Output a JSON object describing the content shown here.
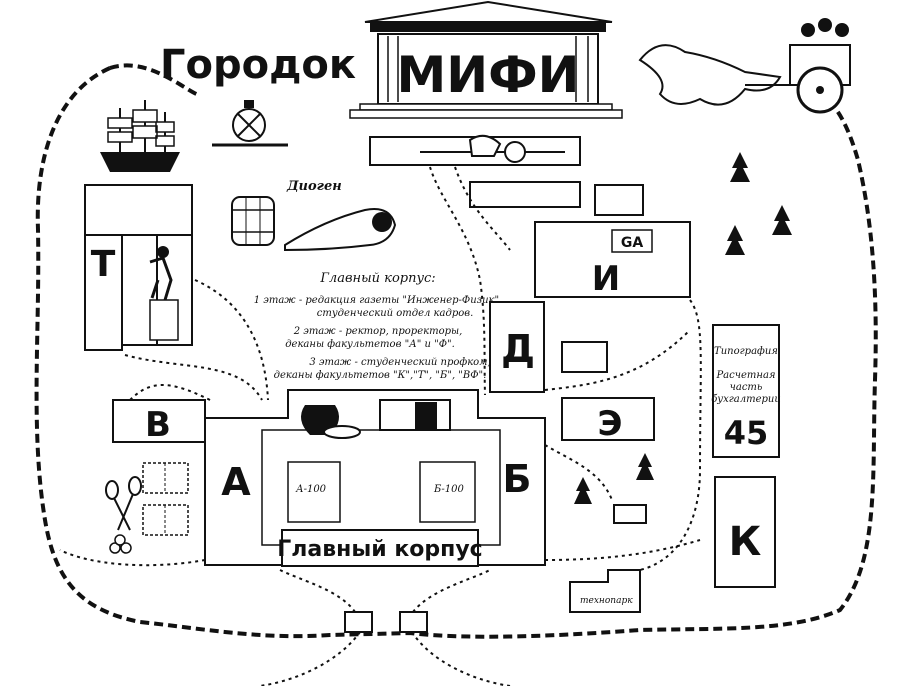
{
  "title": "Городок",
  "header_building": "МИФИ",
  "diogen_label": "Диоген",
  "main_building": {
    "heading": "Главный корпус:",
    "floor1_line1": "1 этаж - редакция газеты \"Инженер-Физик\",",
    "floor1_line2": "студенческий отдел кадров.",
    "floor2_line1": "2 этаж - ректор, проректоры,",
    "floor2_line2": "деканы факультетов \"А\" и \"Ф\".",
    "floor3_line1": "3 этаж - студенческий профком,",
    "floor3_line2": "деканы факультетов \"К\",\"Т\", \"Б\", \"ВФ\".",
    "banner": "Главный корпус",
    "hall_a": "А-100",
    "hall_b": "Б-100"
  },
  "buildings": {
    "t": "Т",
    "v": "В",
    "a": "А",
    "b": "Б",
    "d": "Д",
    "i": "И",
    "e": "Э",
    "k": "К",
    "ga": "GA",
    "n45": "45"
  },
  "printshop": {
    "line1": "Типография",
    "line2": "Расчетная",
    "line3": "часть",
    "line4": "бухгалтерии"
  },
  "technopark": "технопарк",
  "colors": {
    "ink": "#111111",
    "paper": "#ffffff"
  },
  "icons": [
    "ship-icon",
    "clock-icon",
    "barrel-icon",
    "diogenes-icon",
    "chariot-icon",
    "temple-icon",
    "tennis-icon",
    "athlete-icon",
    "trees-icon",
    "helmet-icon"
  ]
}
